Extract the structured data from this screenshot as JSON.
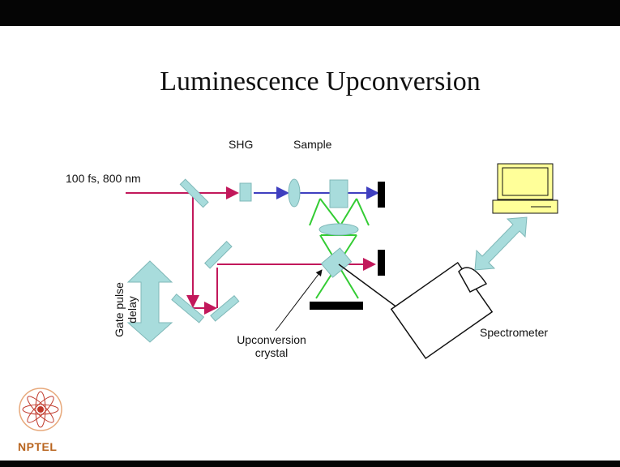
{
  "slide": {
    "title": "Luminescence Upconversion"
  },
  "labels": {
    "laser": "100 fs, 800 nm",
    "shg": "SHG",
    "sample": "Sample",
    "gate_delay_line1": "Gate pulse",
    "gate_delay_line2": "delay",
    "crystal_line1": "Upconversion",
    "crystal_line2": "crystal",
    "spectrometer": "Spectrometer"
  },
  "logo": {
    "text": "NPTEL"
  },
  "colors": {
    "fundamental_beam": "#c2185b",
    "sh_beam": "#3f3fbf",
    "fluorescence": "#33cc33",
    "optics": "#a8dcdc",
    "optics_border": "#7fb8b8",
    "beam_block": "#000000",
    "computer": "#ffff99"
  }
}
